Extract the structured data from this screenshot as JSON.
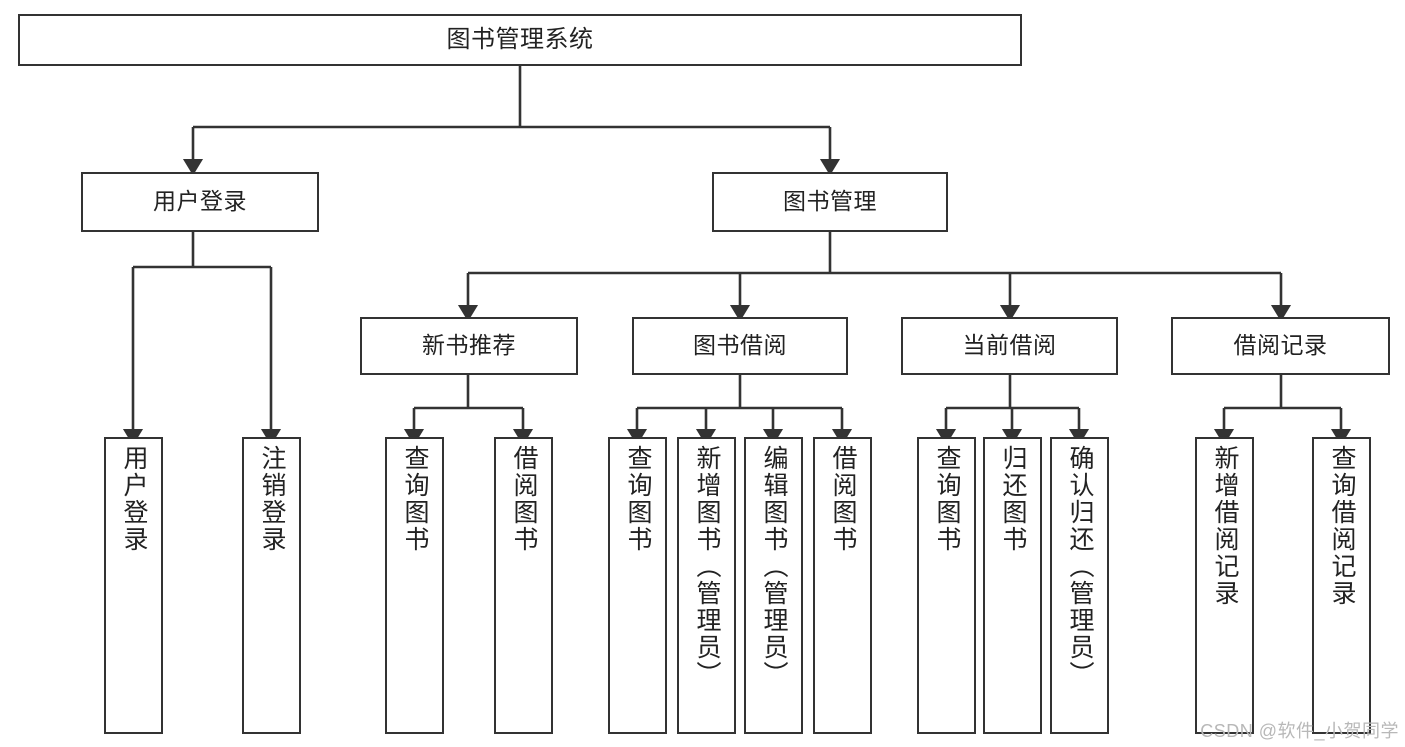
{
  "diagram": {
    "type": "tree-hierarchy-chart",
    "title": "图书管理系统",
    "orientation": "top-down",
    "box_border_color": "#333333",
    "box_fill_color": "#ffffff",
    "text_color": "#222222",
    "connector_color": "#333333"
  },
  "nodes": {
    "root": {
      "label": "图书管理系统",
      "level": 1,
      "text_orientation": "horizontal"
    },
    "level2": [
      {
        "label": "用户登录",
        "text_orientation": "horizontal"
      },
      {
        "label": "图书管理",
        "text_orientation": "horizontal"
      }
    ],
    "level3": [
      {
        "label": "新书推荐",
        "text_orientation": "horizontal"
      },
      {
        "label": "图书借阅",
        "text_orientation": "horizontal"
      },
      {
        "label": "当前借阅",
        "text_orientation": "horizontal"
      },
      {
        "label": "借阅记录",
        "text_orientation": "horizontal"
      }
    ],
    "leaves_user_login": [
      {
        "label": "用户登录",
        "text_orientation": "vertical"
      },
      {
        "label": "注销登录",
        "text_orientation": "vertical"
      }
    ],
    "leaves_new_book": [
      {
        "label": "查询图书",
        "text_orientation": "vertical"
      },
      {
        "label": "借阅图书",
        "text_orientation": "vertical"
      }
    ],
    "leaves_borrow": [
      {
        "label": "查询图书",
        "text_orientation": "vertical"
      },
      {
        "label": "新增图书（管理员）",
        "text_orientation": "vertical"
      },
      {
        "label": "编辑图书（管理员）",
        "text_orientation": "vertical"
      },
      {
        "label": "借阅图书",
        "text_orientation": "vertical"
      }
    ],
    "leaves_current": [
      {
        "label": "查询图书",
        "text_orientation": "vertical"
      },
      {
        "label": "归还图书",
        "text_orientation": "vertical"
      },
      {
        "label": "确认归还（管理员）",
        "text_orientation": "vertical"
      }
    ],
    "leaves_records": [
      {
        "label": "新增借阅记录",
        "text_orientation": "vertical"
      },
      {
        "label": "查询借阅记录",
        "text_orientation": "vertical"
      }
    ]
  },
  "watermark": {
    "text": "CSDN @软件_小贺同学"
  }
}
